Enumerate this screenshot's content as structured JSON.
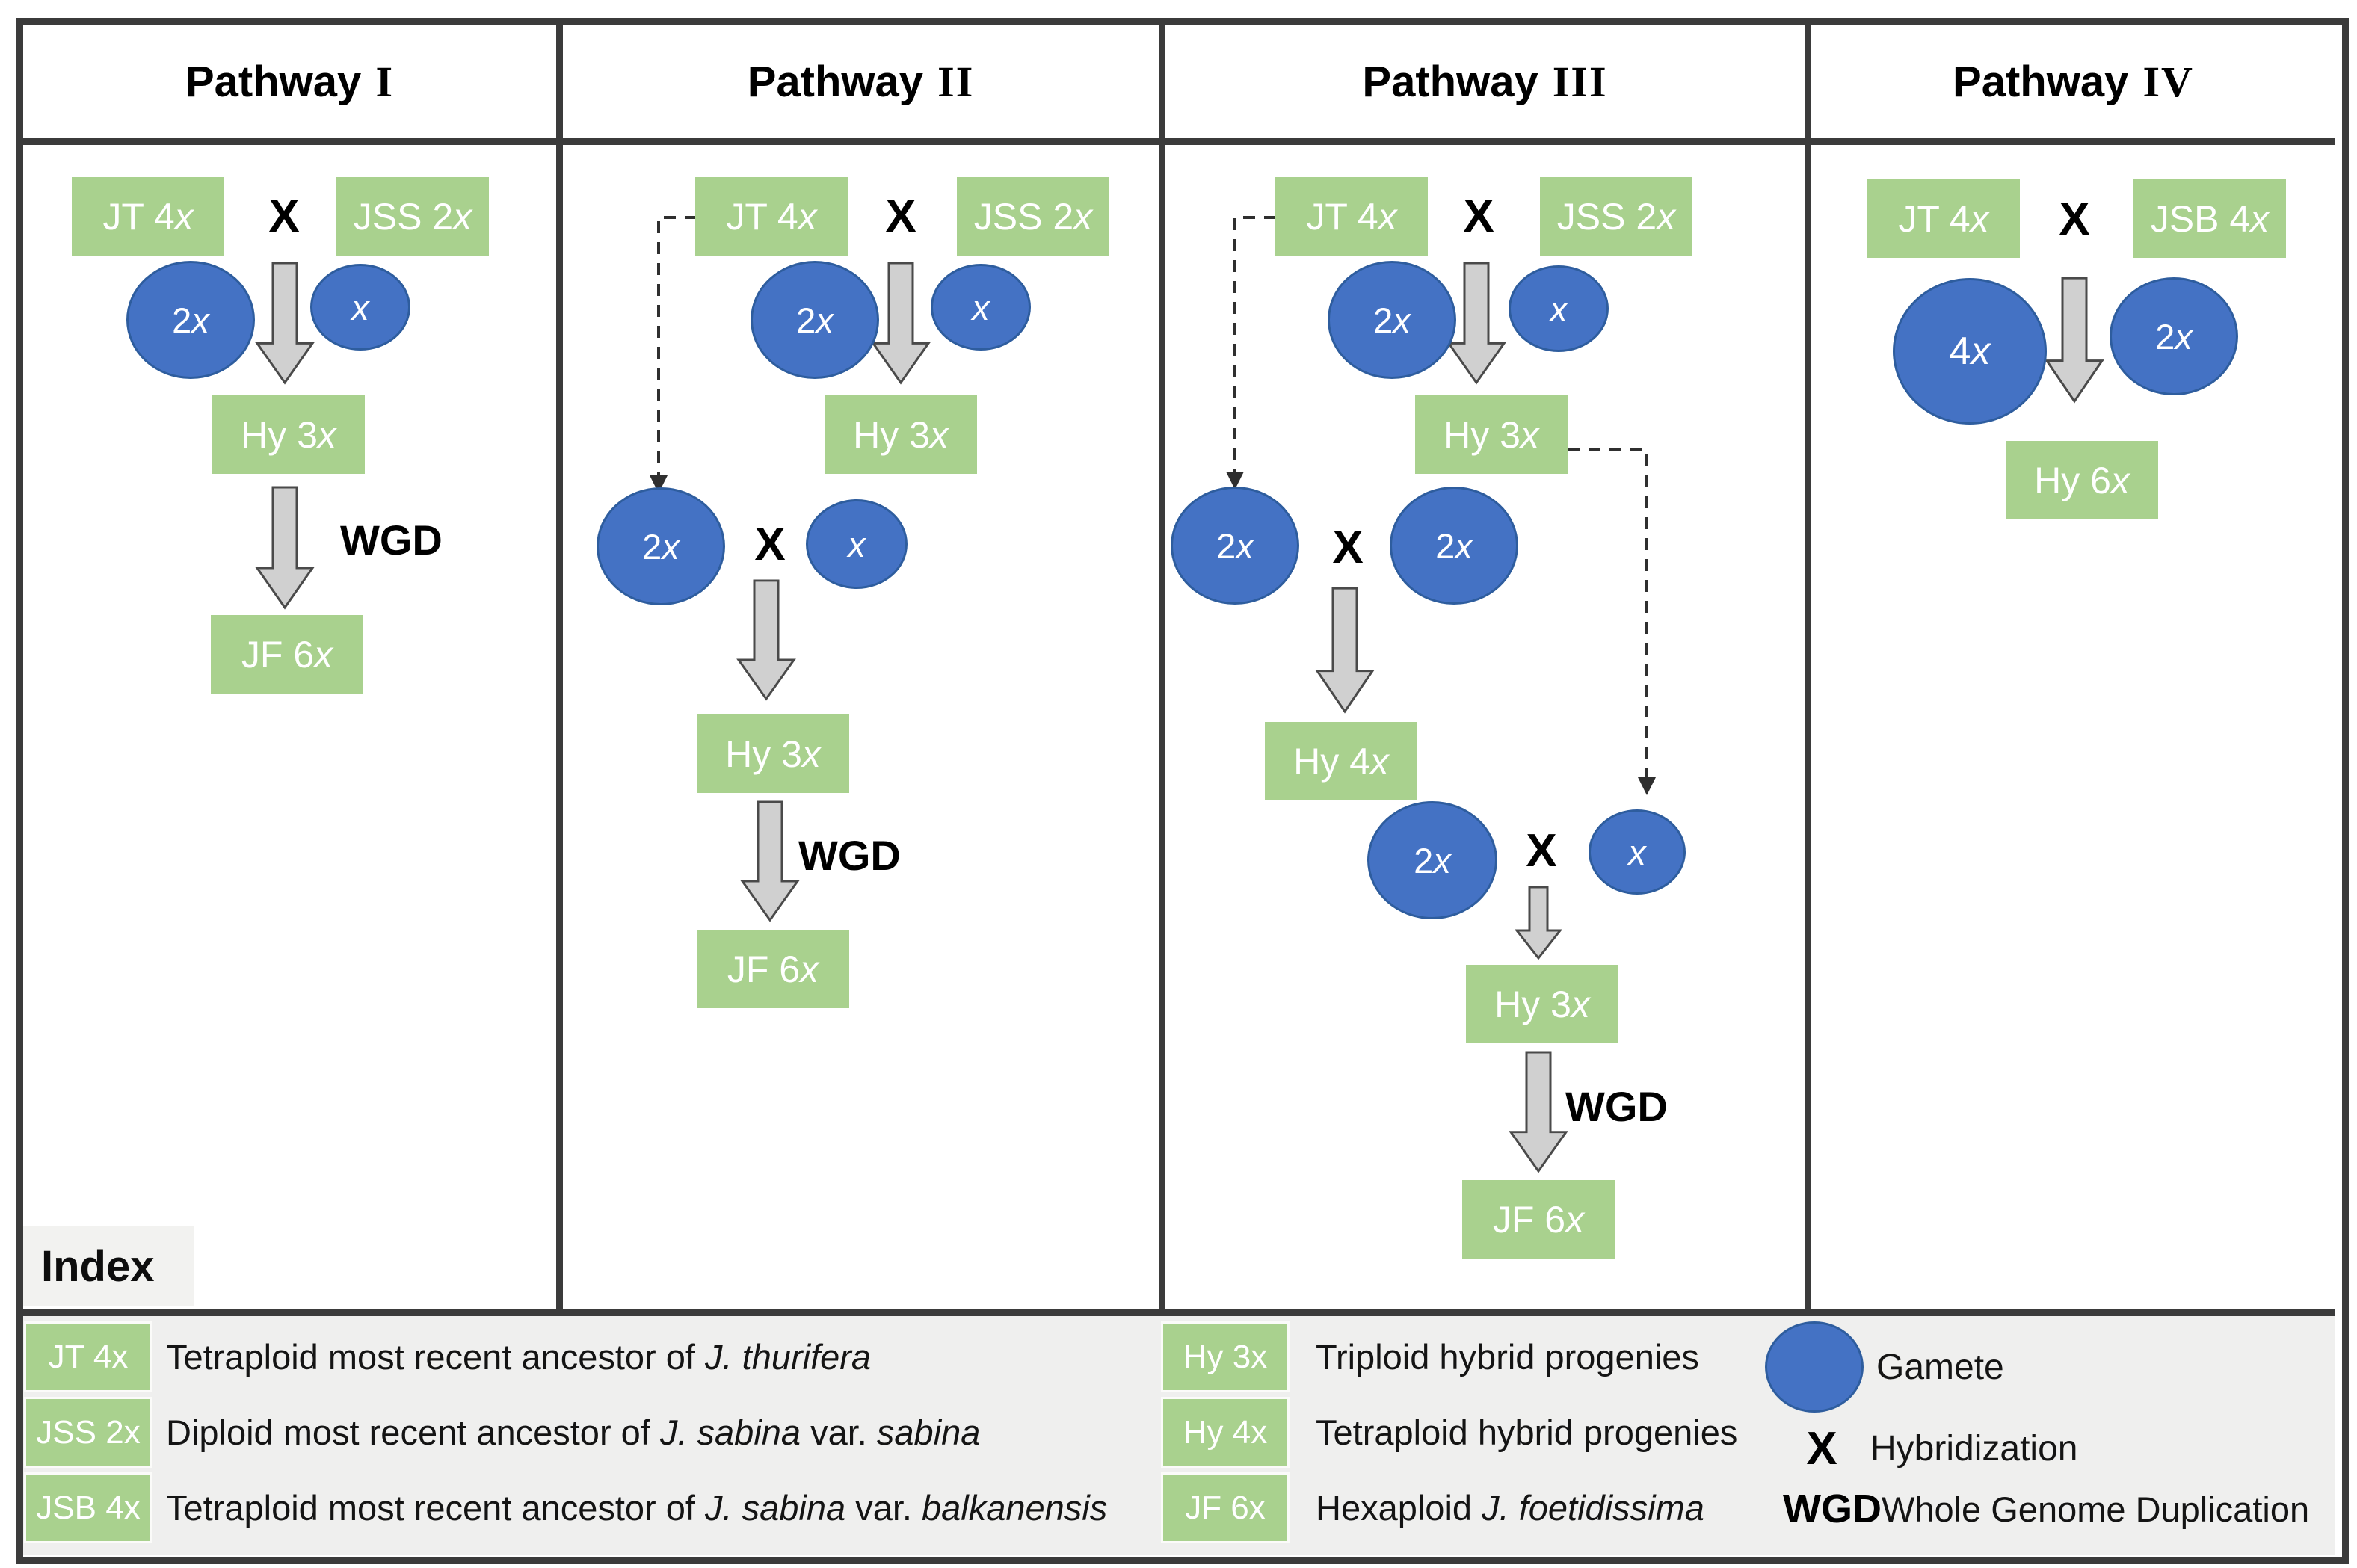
{
  "header": {
    "cells": [
      {
        "word": "Pathway",
        "numeral": "I"
      },
      {
        "word": "Pathway",
        "numeral": "II"
      },
      {
        "word": "Pathway",
        "numeral": "III"
      },
      {
        "word": "Pathway",
        "numeral": "IV"
      }
    ]
  },
  "node_labels": {
    "jt": {
      "pre": "JT 4",
      "x": "x"
    },
    "jss": {
      "pre": "JSS 2",
      "x": "x"
    },
    "jsb": {
      "pre": "JSB 4",
      "x": "x"
    },
    "hy3": {
      "pre": "Hy 3",
      "x": "x"
    },
    "hy4": {
      "pre": "Hy 4",
      "x": "x"
    },
    "hy6": {
      "pre": "Hy 6",
      "x": "x"
    },
    "jf6": {
      "pre": "JF 6",
      "x": "x"
    },
    "g2x": {
      "pre": "2",
      "x": "x"
    },
    "g4x": {
      "pre": "4",
      "x": "x"
    },
    "gx": {
      "pre": "",
      "x": "x"
    }
  },
  "symbols": {
    "cross": "X",
    "wgd": "WGD"
  },
  "legend": {
    "index_title": "Index",
    "col1": [
      {
        "chip_pre": "JT 4",
        "chip_x": "x",
        "d0": "Tetraploid most recent ancestor of ",
        "d1": "J. thurifera",
        "d2": "",
        "d3": ""
      },
      {
        "chip_pre": "JSS 2",
        "chip_x": "x",
        "d0": "Diploid most recent ancestor of ",
        "d1": "J. sabina",
        "d2": " var. ",
        "d3": "sabina"
      },
      {
        "chip_pre": "JSB 4",
        "chip_x": "x",
        "d0": "Tetraploid most recent ancestor of ",
        "d1": "J. sabina",
        "d2": " var. ",
        "d3": "balkanensis"
      }
    ],
    "col2": [
      {
        "chip_pre": "Hy 3",
        "chip_x": "x",
        "d0": "Triploid hybrid progenies",
        "d1": "",
        "d2": "",
        "d3": ""
      },
      {
        "chip_pre": "Hy 4",
        "chip_x": "x",
        "d0": "Tetraploid hybrid progenies",
        "d1": "",
        "d2": "",
        "d3": ""
      },
      {
        "chip_pre": "JF 6",
        "chip_x": "x",
        "d0": "Hexaploid ",
        "d1": "J. foetidissima",
        "d2": "",
        "d3": ""
      }
    ],
    "col3": {
      "gamete": "Gamete",
      "cross": "X",
      "hybridization": "Hybridization",
      "wgd": "WGD",
      "wgd_desc": "Whole Genome Duplication"
    }
  }
}
